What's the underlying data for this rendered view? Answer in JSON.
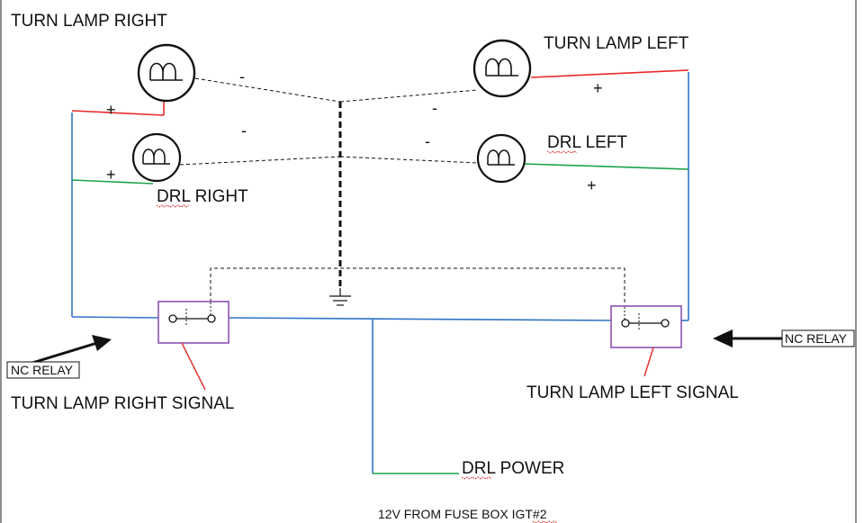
{
  "labels": {
    "turn_lamp_right": "TURN LAMP RIGHT",
    "turn_lamp_left": "TURN LAMP LEFT",
    "drl_right": "DRL RIGHT",
    "drl_left": "DRL LEFT",
    "nc_relay_left": "NC RELAY",
    "nc_relay_right": "NC RELAY",
    "turn_lamp_right_signal": "TURN LAMP RIGHT SIGNAL",
    "turn_lamp_left_signal": "TURN LAMP LEFT SIGNAL",
    "drl_power": "DRL POWER",
    "fuse_box": "12V FROM FUSE BOX IGT#2"
  },
  "polarity": {
    "plus": "+",
    "minus": "-"
  },
  "wire_colors": {
    "positive_turn": "#e8292b",
    "drl": "#1aa44a",
    "supply": "#2f74c8",
    "relay_box": "#8e52b3",
    "signal_lead": "#e8292b",
    "ground": "#111111"
  }
}
